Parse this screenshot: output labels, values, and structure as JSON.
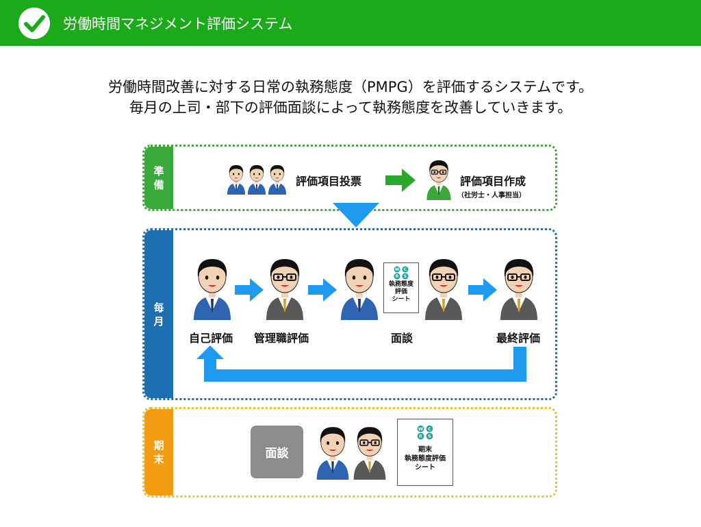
{
  "header": {
    "title": "労働時間マネジメント評価システム"
  },
  "intro": {
    "line1": "労働時間改善に対する日常の執務態度（PMPG）を評価するシステムです。",
    "line2": "毎月の上司・部下の評価面談によって執務態度を改善していきます。"
  },
  "sections": {
    "prep": {
      "label_line1": "準",
      "label_line2": "備",
      "step1": "評価項目投票",
      "step2": "評価項目作成",
      "step2_note": "（社労士・人事担当）"
    },
    "monthly": {
      "label_line1": "毎",
      "label_line2": "月",
      "step1": "自己評価",
      "step2": "管理職評価",
      "step3": "面談",
      "step4": "最終評価",
      "sheet_logo": [
        "W",
        "C",
        "R",
        "S"
      ],
      "sheet_text": [
        "執務態度",
        "評価",
        "シート"
      ]
    },
    "end": {
      "label_line1": "期",
      "label_line2": "末",
      "interview": "面談",
      "sheet_logo": [
        "W",
        "C",
        "R",
        "S"
      ],
      "sheet_text": [
        "期末",
        "執務態度評価",
        "シート"
      ]
    }
  },
  "colors": {
    "header_green": "#1aaa1a",
    "prep_green": "#3aa83a",
    "monthly_blue": "#1d6fb0",
    "end_orange": "#f39c12",
    "arrow_blue": "#1e9bf0",
    "arrow_green": "#2aa82a"
  }
}
